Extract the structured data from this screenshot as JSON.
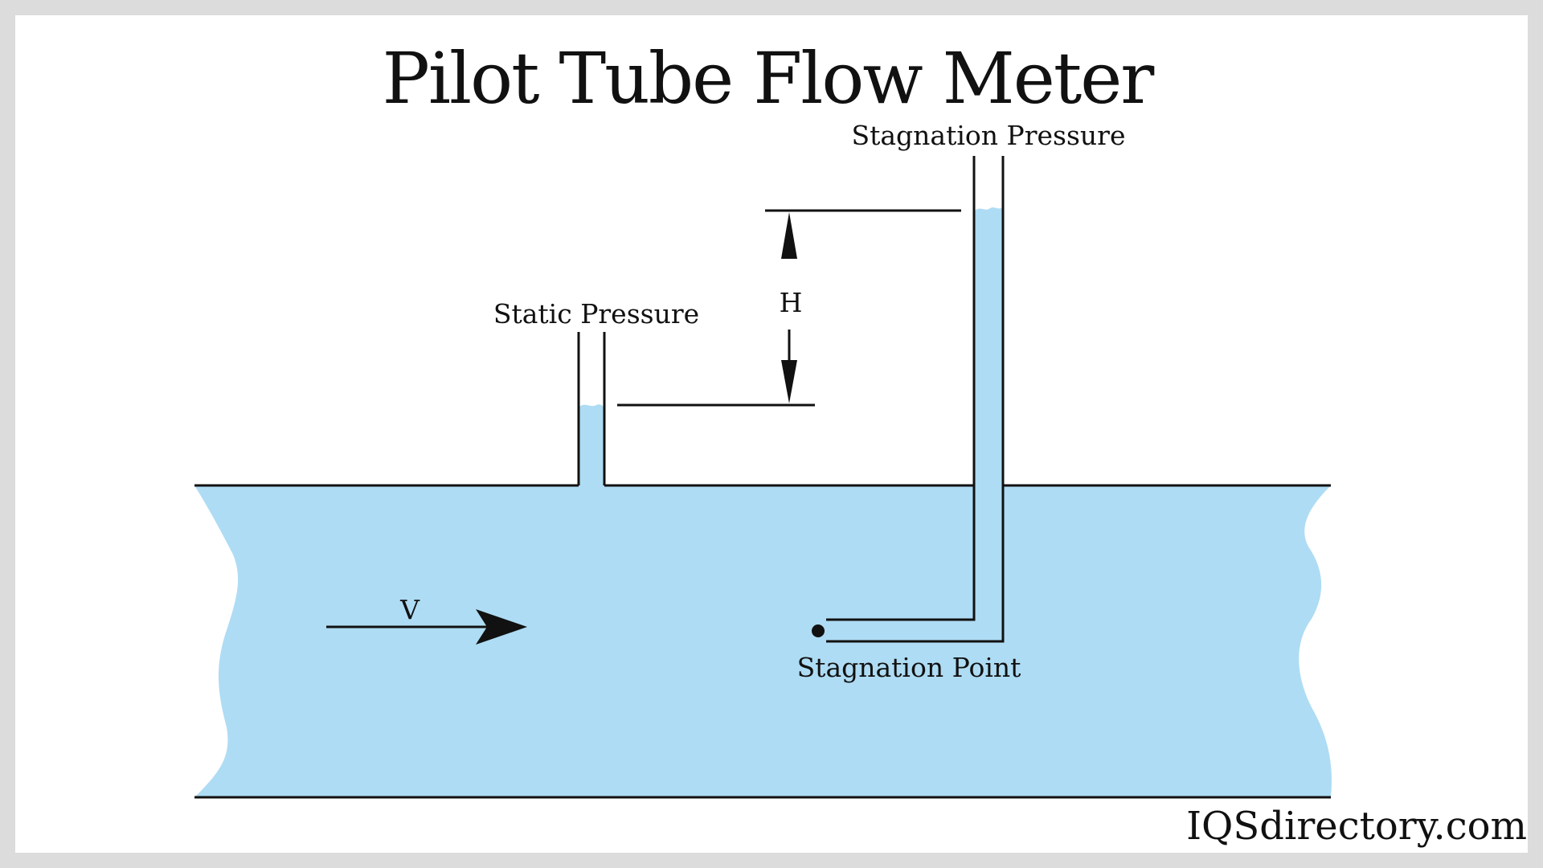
{
  "diagram": {
    "title": "Pilot Tube Flow Meter",
    "labels": {
      "stagnation_pressure": "Stagnation Pressure",
      "static_pressure": "Static Pressure",
      "height": "H",
      "velocity": "V",
      "stagnation_point": "Stagnation Point"
    },
    "watermark": "IQSdirectory.com"
  },
  "colors": {
    "water": "#aedcf4",
    "line": "#111111",
    "background": "#ffffff",
    "border": "#dcdcdc"
  }
}
